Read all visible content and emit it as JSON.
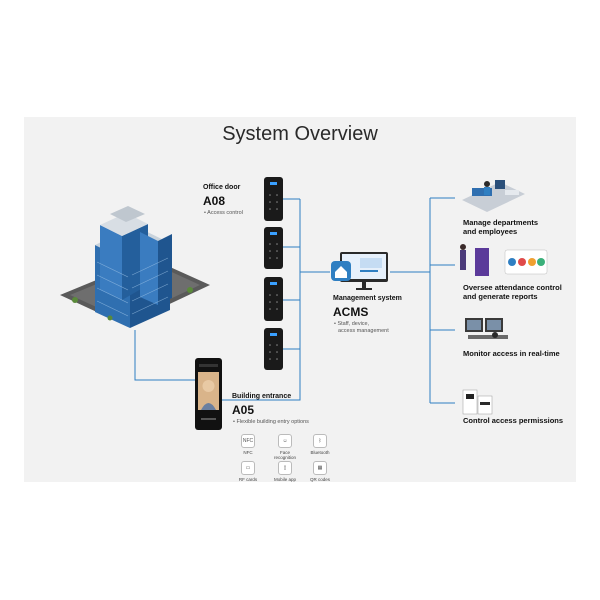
{
  "title": "System Overview",
  "office_door": {
    "label": "Office door",
    "model": "A08",
    "desc": "• Access control"
  },
  "management": {
    "label": "Management system",
    "model": "ACMS",
    "desc_line1": "• Staff, device,",
    "desc_line2": "access management"
  },
  "building_entrance": {
    "label": "Building entrance",
    "model": "A05",
    "desc": "• Flexible building entry options"
  },
  "options": [
    {
      "icon": "NFC",
      "label": "NFC"
    },
    {
      "icon": "☺",
      "label": "Face recognition"
    },
    {
      "icon": "ᛒ",
      "label": "Bluetooth"
    },
    {
      "icon": "▭",
      "label": "RF cards"
    },
    {
      "icon": "▯",
      "label": "Mobile app"
    },
    {
      "icon": "▦",
      "label": "QR codes"
    }
  ],
  "functions": [
    {
      "line1": "Manage departments",
      "line2": "and employees"
    },
    {
      "line1": "Oversee attendance control",
      "line2": "and generate reports"
    },
    {
      "line1": "Monitor access in real-time",
      "line2": ""
    },
    {
      "line1": "Control access permissions",
      "line2": ""
    }
  ],
  "colors": {
    "line": "#2f7fc2",
    "panel": "#f2f2f2",
    "building": "#2f6fb0"
  }
}
